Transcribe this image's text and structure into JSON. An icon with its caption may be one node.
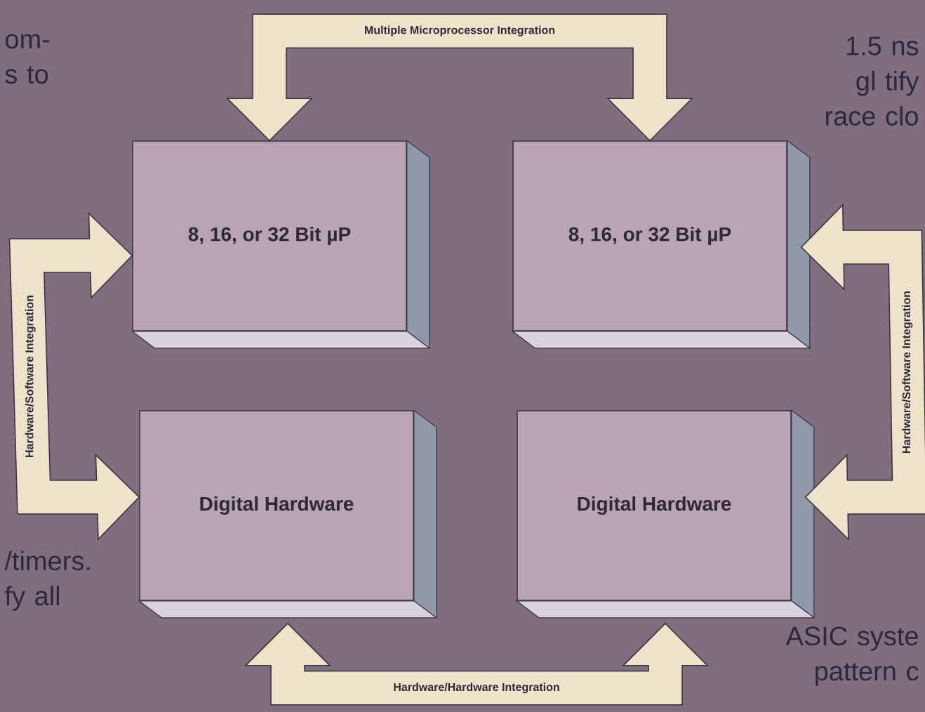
{
  "diagram": {
    "nodes": [
      {
        "text": [
          "8, 16, or 32 Bit µP"
        ]
      },
      {
        "text": [
          "8, 16, or 32 Bit µP"
        ]
      },
      {
        "text": [
          "Digital Hardware"
        ]
      },
      {
        "text": [
          "Digital Hardware"
        ]
      }
    ],
    "edges": [
      {
        "from": 0,
        "to": 1,
        "arrow": "both",
        "label": "Multiple Microprocessor Integration"
      },
      {
        "from": 2,
        "to": 3,
        "arrow": "both",
        "label": "Hardware/Hardware Integration"
      },
      {
        "from": 0,
        "to": 2,
        "arrow": "both",
        "label": "Hardware/Software Integration"
      },
      {
        "from": 1,
        "to": 3,
        "arrow": "both",
        "label": "Hardware/Software Integration"
      }
    ],
    "labels": [
      "om- s to",
      "1.5 ns gl tify race clo",
      "/timers. fy all",
      "ASIC syste pattern c"
    ]
  }
}
